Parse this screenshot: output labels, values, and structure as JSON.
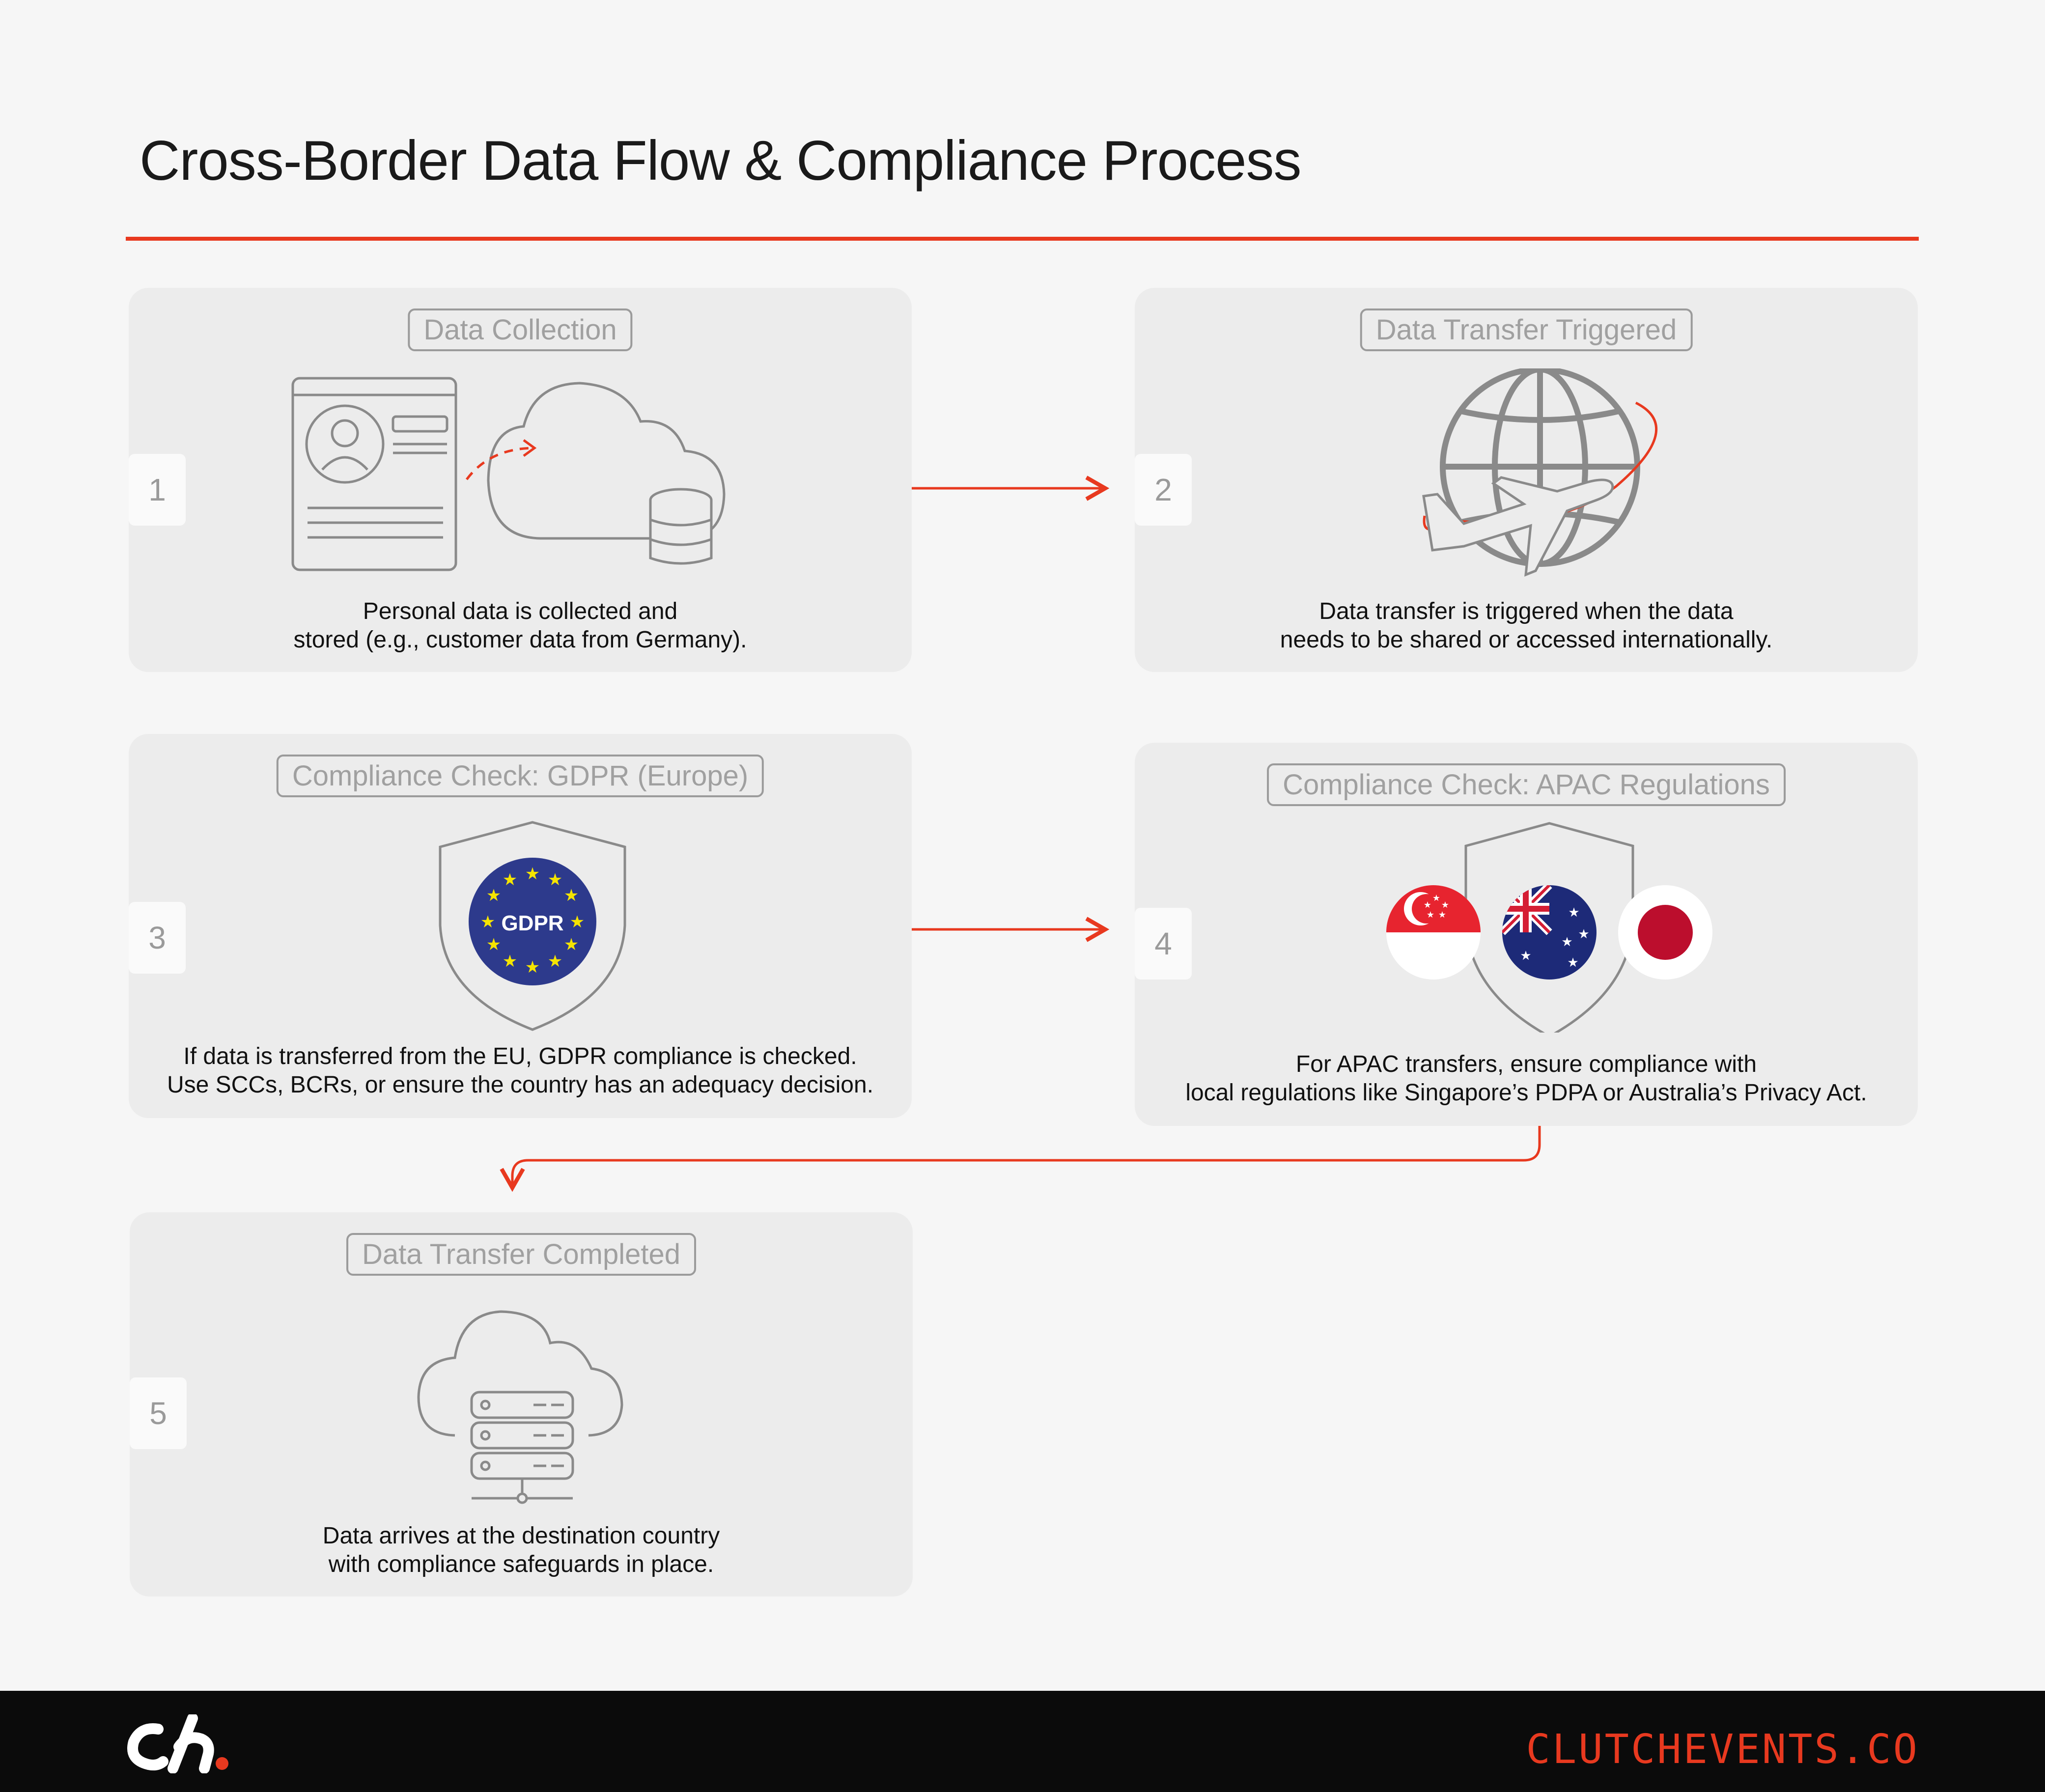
{
  "title": "Cross-Border Data Flow & Compliance Process",
  "steps": [
    {
      "number": "1",
      "label": "Data Collection",
      "desc1": "Personal data is collected and",
      "desc2": "stored (e.g., customer data from Germany)."
    },
    {
      "number": "2",
      "label": "Data Transfer Triggered",
      "desc1": "Data transfer is triggered when the data",
      "desc2": "needs to be shared or accessed internationally."
    },
    {
      "number": "3",
      "label": "Compliance Check: GDPR (Europe)",
      "desc1": "If data is transferred from the EU, GDPR compliance is checked.",
      "desc2": "Use SCCs, BCRs, or ensure the country has an adequacy decision."
    },
    {
      "number": "4",
      "label": "Compliance Check: APAC Regulations",
      "desc1": "For APAC transfers, ensure compliance with",
      "desc2": "local regulations like Singapore’s PDPA or Australia’s Privacy Act."
    },
    {
      "number": "5",
      "label": "Data Transfer Completed",
      "desc1": "Data arrives at the destination country",
      "desc2": "with compliance safeguards in place."
    }
  ],
  "gdpr_badge": "GDPR",
  "footer": {
    "website": "CLUTCHEVENTS.CO"
  },
  "colors": {
    "accent": "#e8391f",
    "card": "#ececec",
    "eu_blue": "#2d3a8c",
    "star": "#f5e400"
  }
}
